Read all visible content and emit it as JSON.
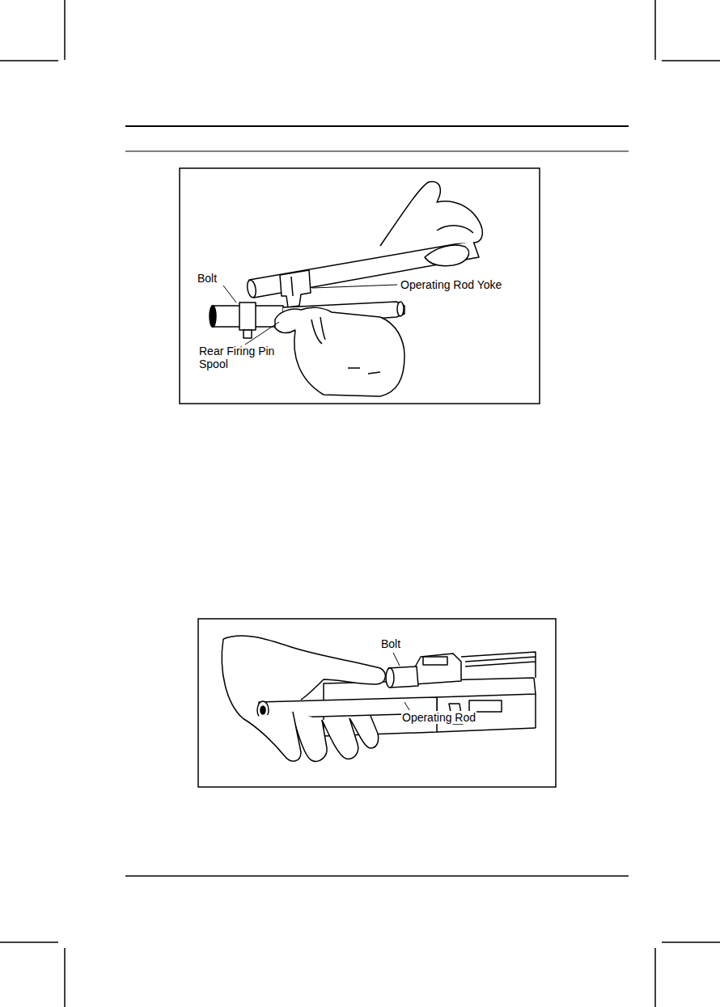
{
  "diagram": {
    "labels": [
      "Bolt",
      "Operating Rod Yoke",
      "Rear Firing Pin Spool",
      "Bolt",
      "Operating Rod"
    ]
  }
}
